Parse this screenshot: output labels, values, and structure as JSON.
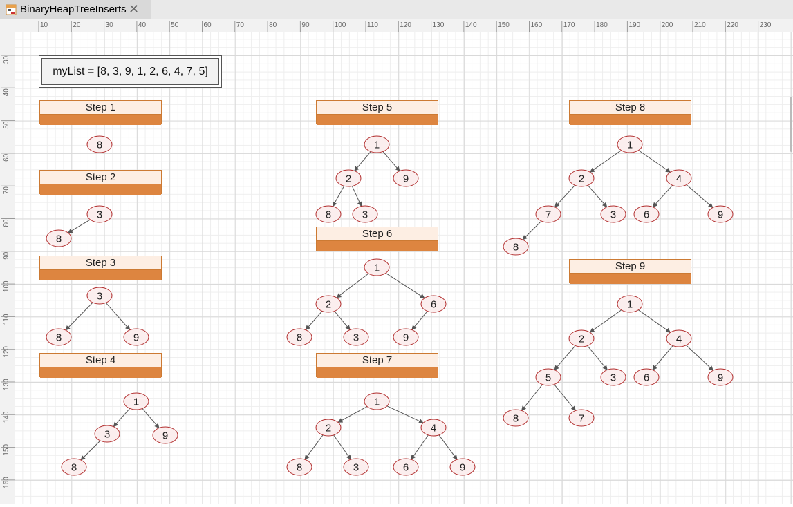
{
  "tab": {
    "title": "BinaryHeapTreeInserts",
    "icon": "diagram-file-icon",
    "close_icon": "close-icon"
  },
  "ruler": {
    "h_labels": [
      "10",
      "20",
      "30",
      "40",
      "50",
      "60",
      "70",
      "80",
      "90",
      "100",
      "110",
      "120",
      "130",
      "140",
      "150",
      "160",
      "170",
      "180",
      "190",
      "200",
      "210",
      "220",
      "230"
    ],
    "v_labels": [
      "30",
      "40",
      "50",
      "60",
      "70",
      "80",
      "90",
      "100",
      "110",
      "120",
      "130",
      "140",
      "150",
      "160"
    ]
  },
  "mylist": "myList = [8, 3, 9, 1, 2, 6, 4, 7, 5]",
  "colors": {
    "node_stroke": "#b22e2e",
    "node_fill": "#fbeeee",
    "step_header": "#fdeee3",
    "step_body": "#dd8540"
  },
  "steps": [
    {
      "label": "Step 1",
      "nodes": [
        "8"
      ],
      "edges": []
    },
    {
      "label": "Step 2",
      "nodes": [
        "3",
        "8"
      ],
      "edges": [
        [
          0,
          1
        ]
      ]
    },
    {
      "label": "Step 3",
      "nodes": [
        "3",
        "8",
        "9"
      ],
      "edges": [
        [
          0,
          1
        ],
        [
          0,
          2
        ]
      ]
    },
    {
      "label": "Step 4",
      "nodes": [
        "1",
        "3",
        "9",
        "8"
      ],
      "edges": [
        [
          0,
          1
        ],
        [
          0,
          2
        ],
        [
          1,
          3
        ]
      ]
    },
    {
      "label": "Step 5",
      "nodes": [
        "1",
        "2",
        "9",
        "8",
        "3"
      ],
      "edges": [
        [
          0,
          1
        ],
        [
          0,
          2
        ],
        [
          1,
          3
        ],
        [
          1,
          4
        ]
      ]
    },
    {
      "label": "Step 6",
      "nodes": [
        "1",
        "2",
        "6",
        "8",
        "3",
        "9"
      ],
      "edges": [
        [
          0,
          1
        ],
        [
          0,
          2
        ],
        [
          1,
          3
        ],
        [
          1,
          4
        ],
        [
          2,
          5
        ]
      ]
    },
    {
      "label": "Step 7",
      "nodes": [
        "1",
        "2",
        "4",
        "8",
        "3",
        "6",
        "9"
      ],
      "edges": [
        [
          0,
          1
        ],
        [
          0,
          2
        ],
        [
          1,
          3
        ],
        [
          1,
          4
        ],
        [
          2,
          5
        ],
        [
          2,
          6
        ]
      ]
    },
    {
      "label": "Step 8",
      "nodes": [
        "1",
        "2",
        "4",
        "7",
        "3",
        "6",
        "9",
        "8"
      ],
      "edges": [
        [
          0,
          1
        ],
        [
          0,
          2
        ],
        [
          1,
          3
        ],
        [
          1,
          4
        ],
        [
          2,
          5
        ],
        [
          2,
          6
        ],
        [
          3,
          7
        ]
      ]
    },
    {
      "label": "Step 9",
      "nodes": [
        "1",
        "2",
        "4",
        "5",
        "3",
        "6",
        "9",
        "8",
        "7"
      ],
      "edges": [
        [
          0,
          1
        ],
        [
          0,
          2
        ],
        [
          1,
          3
        ],
        [
          1,
          4
        ],
        [
          2,
          5
        ],
        [
          2,
          6
        ],
        [
          3,
          7
        ],
        [
          3,
          8
        ]
      ]
    }
  ]
}
